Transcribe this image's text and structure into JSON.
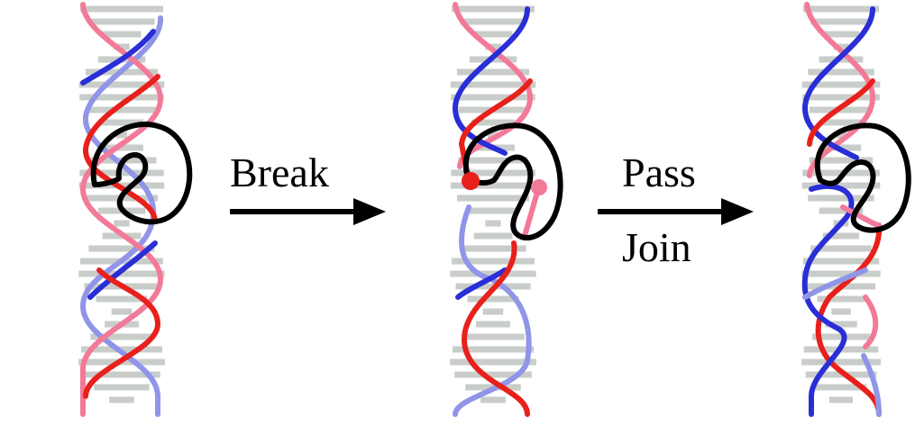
{
  "steps": [
    {
      "label": "Break"
    },
    {
      "label": "Pass"
    },
    {
      "label": "Join"
    }
  ],
  "colors": {
    "strand_red": "#e8201b",
    "strand_pink": "#f27a98",
    "strand_blue": "#2a2ed6",
    "strand_light_blue": "#9095e8",
    "base_pair_gray": "#c9cdca",
    "enzyme_outline": "#000000",
    "arrow": "#000000"
  },
  "panels": [
    {
      "name": "before-break",
      "state": "intact"
    },
    {
      "name": "after-break",
      "state": "cleaved"
    },
    {
      "name": "after-pass-join",
      "state": "rejoined"
    }
  ]
}
